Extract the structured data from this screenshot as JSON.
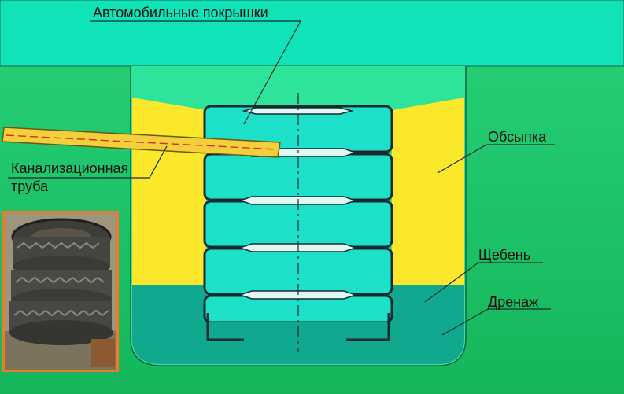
{
  "labels": {
    "tires": "Автомобильные покрышки",
    "pipe_line1": "Канализационная",
    "pipe_line2": "труба",
    "backfill": "Обсыпка",
    "gravel": "Щебень",
    "drainage": "Дренаж"
  },
  "photo": {
    "icon": "stacked-tires-photo"
  },
  "colors": {
    "ground": "#1fc86a",
    "sky": "#10e3b8",
    "backfill": "#fbe82a",
    "tire": "#1de0c8",
    "drainage": "#10a98e",
    "pipe": "#f4cf3c",
    "photo_border": "#f07a2a"
  }
}
